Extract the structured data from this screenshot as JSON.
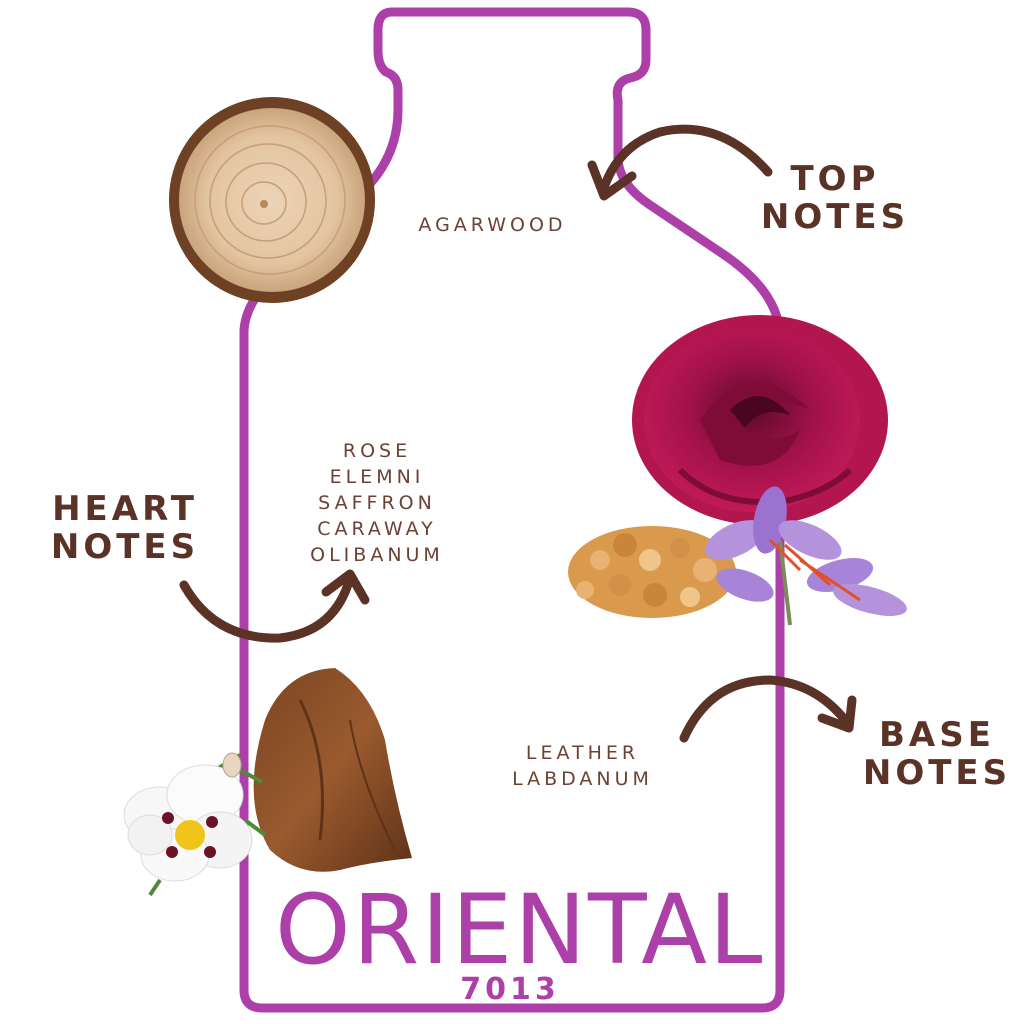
{
  "colors": {
    "bottle_outline": "#ac40a8",
    "text_brown": "#5a3226",
    "arrow_brown": "#5a3226"
  },
  "icons": [
    "wood-slice-icon",
    "rose-icon",
    "frankincense-resin-icon",
    "saffron-flower-icon",
    "leather-swatch-icon",
    "cistus-flower-icon"
  ],
  "top": {
    "heading_line1": "TOP",
    "heading_line2": "NOTES",
    "ingredients": [
      "AGARWOOD"
    ]
  },
  "heart": {
    "heading_line1": "HEART",
    "heading_line2": "NOTES",
    "ingredients": [
      "ROSE",
      "ELEMNI",
      "SAFFRON",
      "CARAWAY",
      "OLIBANUM"
    ]
  },
  "base": {
    "heading_line1": "BASE",
    "heading_line2": "NOTES",
    "ingredients": [
      "LEATHER",
      "LABDANUM"
    ]
  },
  "product": {
    "name": "ORIENTAL",
    "code": "7013"
  }
}
